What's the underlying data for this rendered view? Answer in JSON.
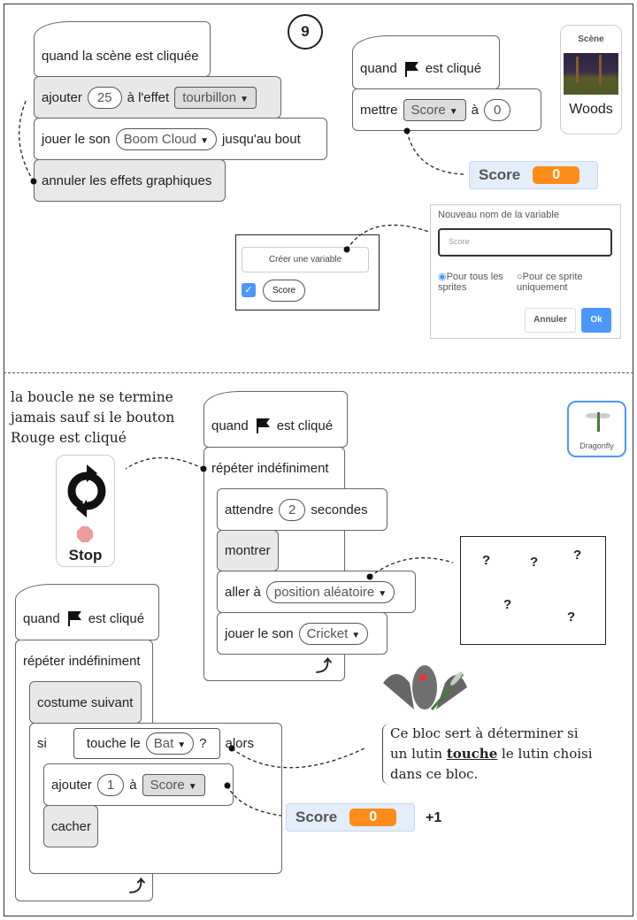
{
  "page_number": "9",
  "script_stage": {
    "hat": "quand la scène est cliquée",
    "add_label": "ajouter",
    "add_value": "25",
    "effect_label": "à l'effet",
    "effect": "tourbillon",
    "play_label": "jouer le son",
    "sound": "Boom Cloud",
    "until_label": "jusqu'au bout",
    "clear": "annuler les effets graphiques"
  },
  "script_score": {
    "when": "quand",
    "clicked": "est cliqué",
    "set_label": "mettre",
    "variable": "Score",
    "to_label": "à",
    "value": "0"
  },
  "monitor_top": {
    "name": "Score",
    "value": "0"
  },
  "stage_card": {
    "title": "Scène",
    "backdrop": "Woods"
  },
  "var_panel": {
    "create_button": "Créer une variable",
    "variable": "Score",
    "checked": true
  },
  "dialog": {
    "title": "Nouveau nom de la variable",
    "input": "Score",
    "option_all": "Pour tous les sprites",
    "option_this": "Pour ce sprite uniquement",
    "cancel": "Annuler",
    "ok": "Ok"
  },
  "note_loop": "la boucle ne se termine jamais sauf si le bouton Rouge est cliqué",
  "stop_card": {
    "label": "Stop"
  },
  "sprite_card": {
    "name": "Dragonfly"
  },
  "script_dragonfly": {
    "when": "quand",
    "clicked": "est cliqué",
    "forever": "répéter indéfiniment",
    "wait_label": "attendre",
    "wait_value": "2",
    "seconds": "secondes",
    "show": "montrer",
    "goto_label": "aller à",
    "goto_target": "position aléatoire",
    "play_label": "jouer le son",
    "sound": "Cricket"
  },
  "random_positions": [
    "?",
    "?",
    "?",
    "?",
    "?"
  ],
  "explanation": {
    "before": "Ce bloc sert à déterminer si un lutin ",
    "bold": "touche",
    "after": " le lutin choisi dans ce bloc."
  },
  "script_bat": {
    "when": "quand",
    "clicked": "est cliqué",
    "forever": "répéter indéfiniment",
    "next_costume": "costume suivant",
    "if_label": "si",
    "touching_label": "touche le",
    "touching_target": "Bat",
    "question": "?",
    "then_label": "alors",
    "add_label": "ajouter",
    "add_value": "1",
    "to_label": "à",
    "variable": "Score",
    "hide": "cacher"
  },
  "monitor_bottom": {
    "name": "Score",
    "value": "0",
    "increment": "+1"
  }
}
